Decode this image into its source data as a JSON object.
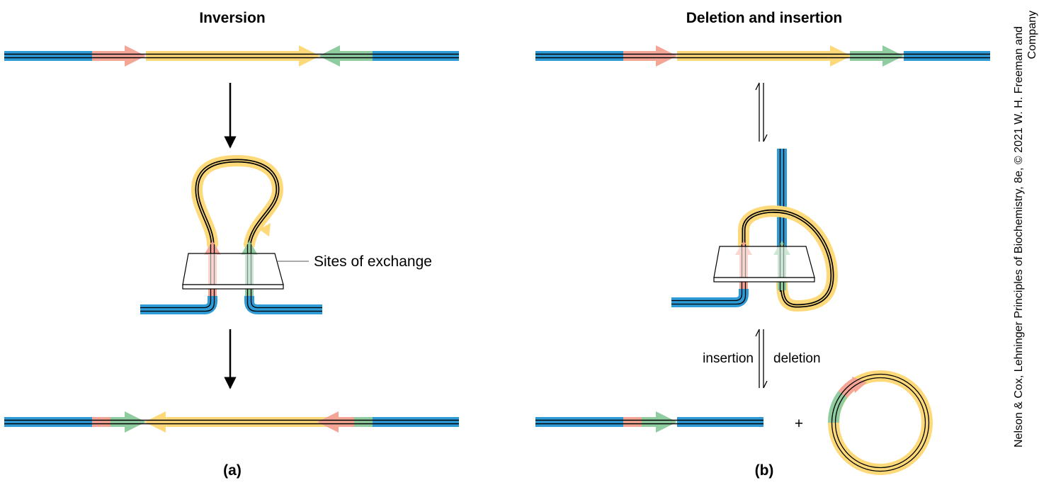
{
  "panel_a": {
    "title": "Inversion",
    "callout": "Sites of exchange",
    "label": "(a)"
  },
  "panel_b": {
    "title": "Deletion and insertion",
    "left_arrow_label": "insertion",
    "right_arrow_label": "deletion",
    "plus": "+",
    "label": "(b)"
  },
  "credit": {
    "line1": "Nelson & Cox, Lehninger Principles of Biochemistry, 8e, © 2021 W. H. Freeman and",
    "line2": "Company"
  },
  "colors": {
    "dna_blue": "#2e9ad6",
    "site_red": "#f4a596",
    "site_green": "#8fcca0",
    "middle_yellow": "#fdd97a",
    "dna_strand": "#000000",
    "platform": "#ffffff"
  }
}
